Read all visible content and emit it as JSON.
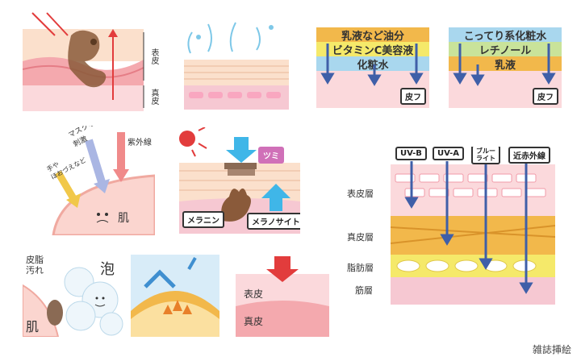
{
  "panel_skin_layers": {
    "epidermis": "表皮",
    "dermis": "真皮"
  },
  "panel_order_light": {
    "items": [
      "乳液など油分",
      "ビタミンC美容液",
      "化粧水"
    ],
    "skin": "皮フ",
    "colors": [
      "#f2b84b",
      "#f5e96a",
      "#a9d7ee"
    ]
  },
  "panel_order_rich": {
    "items": [
      "こってり系化粧水",
      "レチノール",
      "乳液"
    ],
    "skin": "皮フ",
    "colors": [
      "#a9d7ee",
      "#c9e39a",
      "#f2b84b"
    ]
  },
  "panel_friction": {
    "mask": "マスクなど\n刺激",
    "uv": "紫外線",
    "hand": "手や\nほおづえなど",
    "skin": "肌"
  },
  "panel_melanin": {
    "tsumi": "ツミ",
    "melanin": "メラニン",
    "melanocyte": "メラノサイト"
  },
  "panel_uv_depth": {
    "rays": [
      "UV-B",
      "UV-A",
      "ブルー\nライト",
      "近赤外線"
    ],
    "layers": [
      "表皮層",
      "真皮層",
      "脂肪層",
      "筋層"
    ]
  },
  "panel_foam": {
    "dirt": "皮脂\n汚れ",
    "foam": "泡",
    "skin": "肌"
  },
  "panel_pressure": {
    "epidermis": "表皮",
    "dermis": "真皮"
  },
  "credit": "雑誌挿絵",
  "colors": {
    "skin_pink": "#f6c8c4",
    "skin_light": "#fbe3d7",
    "arrow_blue": "#3f5fa8",
    "arrow_red": "#e23c3c"
  }
}
